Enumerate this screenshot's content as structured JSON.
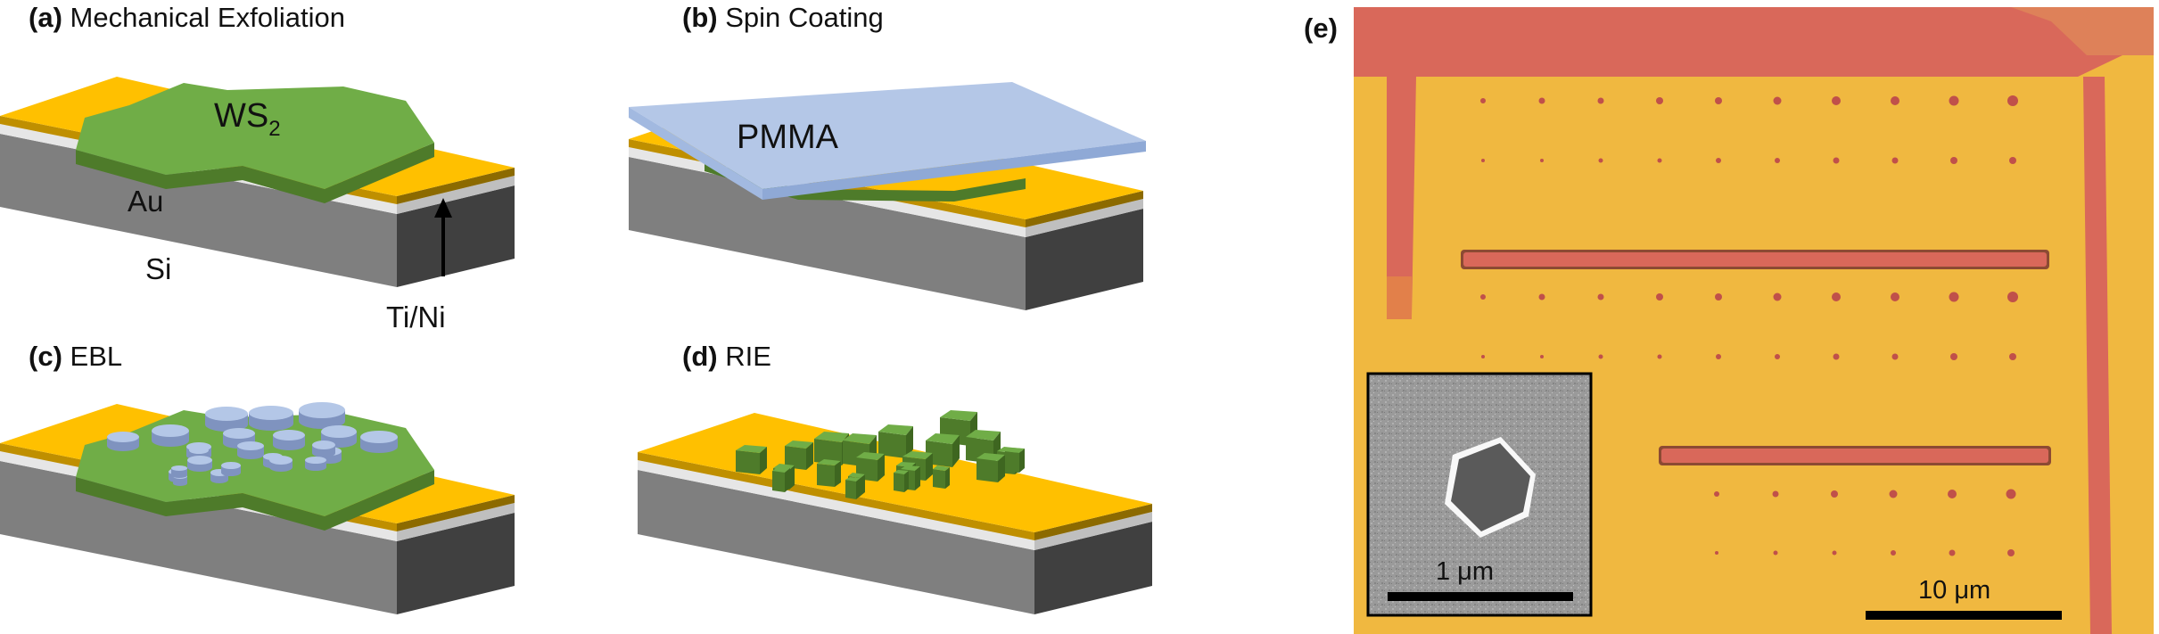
{
  "panels": {
    "a": {
      "letter": "(a)",
      "title": "Mechanical Exfoliation"
    },
    "b": {
      "letter": "(b)",
      "title": "Spin Coating"
    },
    "c": {
      "letter": "(c)",
      "title": "EBL"
    },
    "d": {
      "letter": "(d)",
      "title": "RIE"
    },
    "e": {
      "letter": "(e)"
    }
  },
  "labels": {
    "flake_main": "WS",
    "flake_sub": "2",
    "gold": "Au",
    "silicon": "Si",
    "adhesion": "Ti/Ni",
    "resist": "PMMA",
    "inset_scale": "1 μm",
    "main_scale": "10 μm"
  },
  "colors": {
    "gold_top": "#FFC000",
    "gold_side": "#BF8F00",
    "silicon_front": "#7F7F7F",
    "silicon_side": "#404040",
    "tini_layer": "#D9D9D9",
    "ws2_top": "#70AD47",
    "ws2_side": "#4E7B2A",
    "pmma": "#B4C7E7",
    "micrograph_background": "#F0B840",
    "micrograph_electrode": "#D9685A"
  }
}
